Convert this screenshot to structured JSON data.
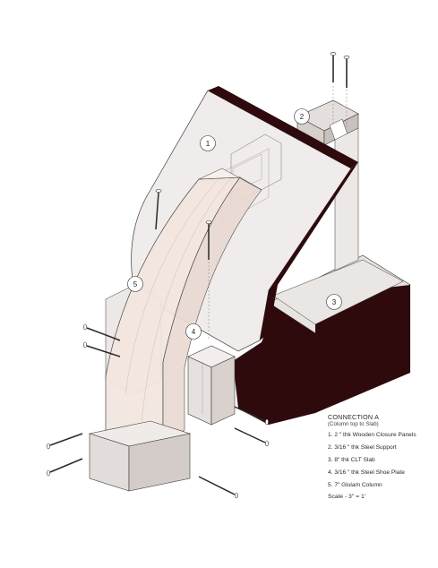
{
  "legend": {
    "title": "CONNECTION A",
    "subtitle": "(Column top to Slab)",
    "items": [
      "1. 2 \" thk Wooden Closure Panels",
      "2. 3/16 \" thk Steel Support",
      "3. 8\" thk CLT Slab",
      "4. 3/16 \" thk Steel Shoe Plate",
      "5. 7\" Glulam Column"
    ],
    "scale": "Scale - 3\" = 1'"
  },
  "callouts": [
    "1",
    "2",
    "3",
    "4",
    "5"
  ],
  "colors": {
    "slab_edge": "#2e0a0d",
    "panel_face": "#efeceb",
    "panel_side": "#d9d3d0",
    "glulam": "#f3e6df",
    "line": "#3a3a3a"
  }
}
